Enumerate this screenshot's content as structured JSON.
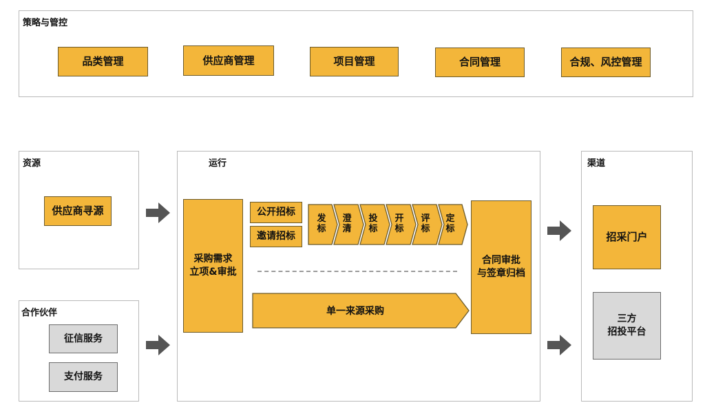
{
  "strategy": {
    "title": "策略与管控",
    "items": [
      "品类管理",
      "供应商管理",
      "项目管理",
      "合同管理",
      "合规、风控管理"
    ]
  },
  "resources": {
    "title": "资源",
    "item": "供应商寻源"
  },
  "partners": {
    "title": "合作伙伴",
    "items": [
      "征信服务",
      "支付服务"
    ]
  },
  "operation": {
    "title": "运行",
    "request": "采购需求\n立项&审批",
    "tender_types": [
      "公开招标",
      "邀请招标"
    ],
    "steps": [
      "发\n标",
      "澄\n清",
      "投\n标",
      "开\n标",
      "评\n标",
      "定\n标"
    ],
    "single_source": "单一来源采购",
    "contract": "合同审批\n与签章归档"
  },
  "channels": {
    "title": "渠道",
    "portal": "招采门户",
    "third_party": "三方\n招投平台"
  },
  "colors": {
    "accent": "#f3b63a",
    "gray": "#d9d9d9",
    "arrow": "#555555"
  }
}
